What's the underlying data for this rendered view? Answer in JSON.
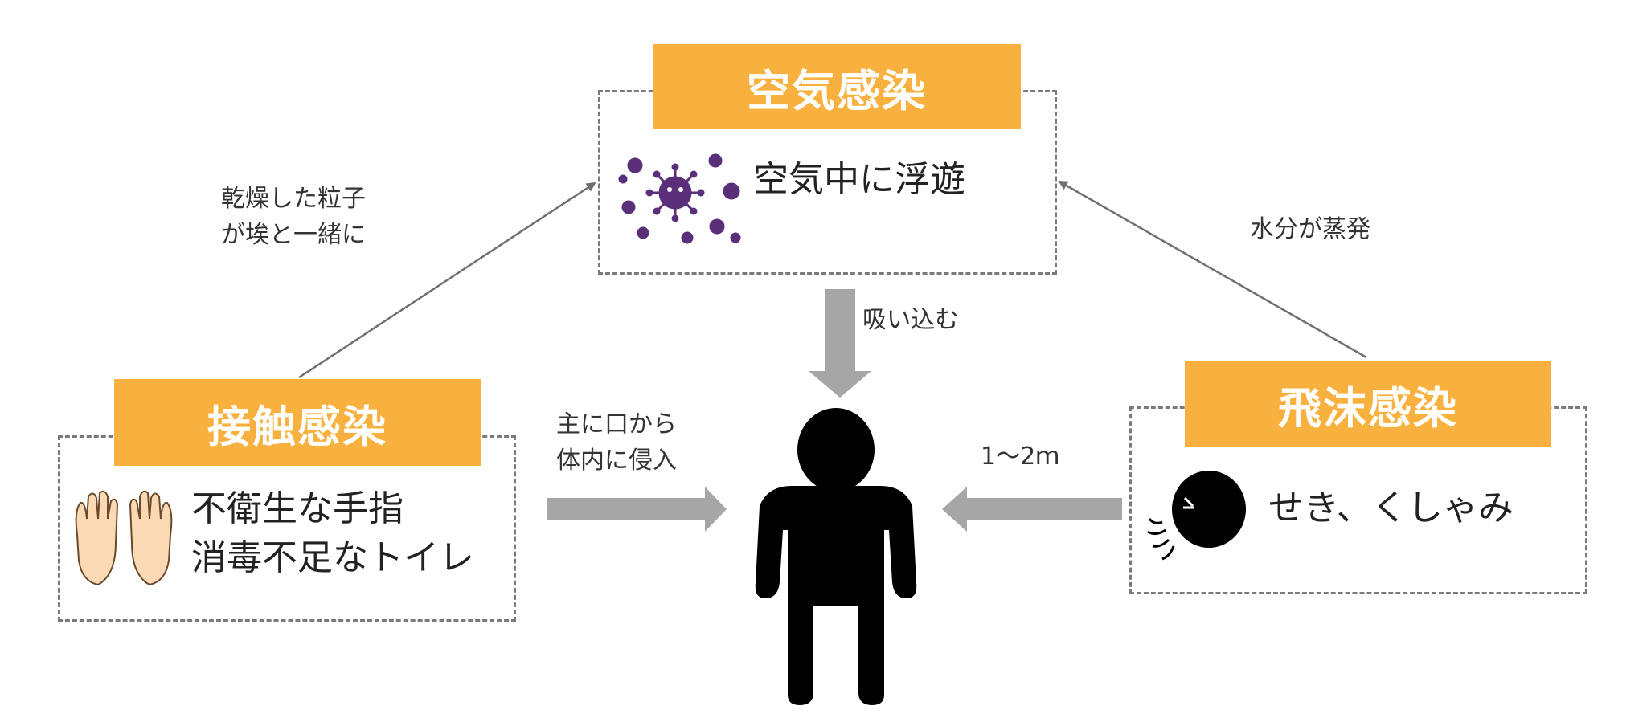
{
  "airborne": {
    "title": "空気感染",
    "description": "空気中に浮遊"
  },
  "contact": {
    "title": "接触感染",
    "line1": "不衛生な手指",
    "line2": "消毒不足なトイレ"
  },
  "droplet": {
    "title": "飛沫感染",
    "description": "せき、くしゃみ"
  },
  "edges": {
    "contact_to_air_line1": "乾燥した粒子",
    "contact_to_air_line2": "が埃と一緒に",
    "droplet_to_air": "水分が蒸発",
    "air_to_person": "吸い込む",
    "contact_to_person_line1": "主に口から",
    "contact_to_person_line2": "体内に侵入",
    "droplet_to_person": "1～2ｍ"
  },
  "colors": {
    "label_bg": "#f8b13f",
    "arrow_gray": "#a6a6a6",
    "virus_purple": "#5b2e7a"
  },
  "icons": [
    "virus-icon",
    "hands-icon",
    "sneeze-icon",
    "person-icon"
  ]
}
